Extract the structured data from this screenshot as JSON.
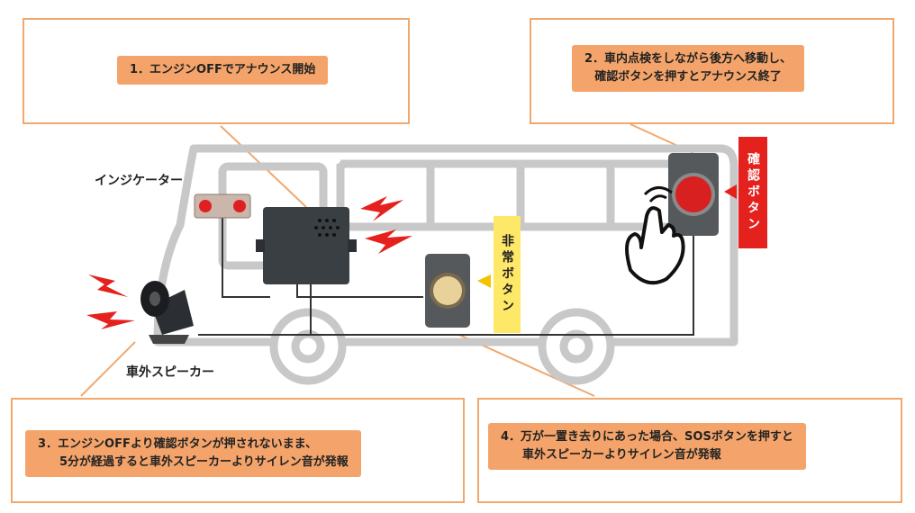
{
  "steps": {
    "s1": "1．エンジンOFFでアナウンス開始",
    "s2_line1": "2．車内点検をしながら後方へ移動し、",
    "s2_line2": "確認ボタンを押すとアナウンス終了",
    "s3_line1": "3．エンジンOFFより確認ボタンが押されないまま、",
    "s3_line2": "5分が経過すると車外スピーカーよりサイレン音が発報",
    "s4_line1": "4．万が一置き去りにあった場合、SOSボタンを押すと",
    "s4_line2": "車外スピーカーよりサイレン音が発報"
  },
  "labels": {
    "indicator": "インジケーター",
    "speaker": "車外スピーカー",
    "emergency_button": "非常ボタン",
    "confirm_button": "確認ボタン"
  },
  "colors": {
    "accent_orange": "#f4a46a",
    "frame_orange": "#f0a86e",
    "red_label": "#e5211d",
    "yellow_label": "#fde868",
    "bus_outline": "#c8c8c8"
  }
}
